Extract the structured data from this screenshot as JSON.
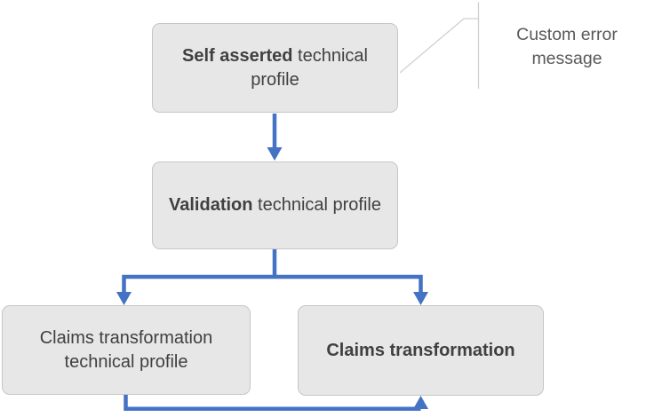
{
  "diagram": {
    "nodes": [
      {
        "id": "self-asserted",
        "bold": "Self asserted",
        "rest": " technical profile"
      },
      {
        "id": "validation",
        "bold": "Validation",
        "rest": " technical profile"
      },
      {
        "id": "claims-transformation-tp",
        "bold": "",
        "rest": "Claims transformation technical profile"
      },
      {
        "id": "claims-transformation",
        "bold": "Claims transformation",
        "rest": ""
      }
    ],
    "callout": {
      "label": "Custom error message",
      "attached_to": "self-asserted"
    },
    "connectors": [
      {
        "from": "self-asserted",
        "to": "validation",
        "style": "arrow"
      },
      {
        "from": "validation",
        "to": "claims-transformation-tp",
        "style": "arrow"
      },
      {
        "from": "validation",
        "to": "claims-transformation",
        "style": "arrow"
      },
      {
        "from": "claims-transformation-tp",
        "to": "claims-transformation",
        "style": "arrow-bottom-loop"
      }
    ]
  },
  "colors": {
    "canvas-bg": "#ffffff",
    "arrow-blue": "#4472c4",
    "box-fill": "#e8e7e7",
    "box-border": "#c6c6c6",
    "box-text": "#404040",
    "callout-line": "#d2d0d0",
    "callout-text": "#595959"
  }
}
